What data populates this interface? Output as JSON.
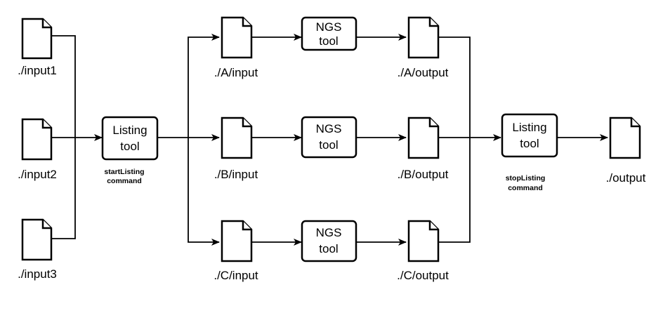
{
  "files": {
    "input1": "./input1",
    "input2": "./input2",
    "input3": "./input3",
    "a_input": "./A/input",
    "b_input": "./B/input",
    "c_input": "./C/input",
    "a_output": "./A/output",
    "b_output": "./B/output",
    "c_output": "./C/output",
    "output": "./output"
  },
  "tools": {
    "listing_line1": "Listing",
    "listing_line2": "tool",
    "ngs_line1": "NGS",
    "ngs_line2": "tool"
  },
  "commands": {
    "start_line1": "startListing",
    "start_line2": "command",
    "stop_line1": "stopListing",
    "stop_line2": "command"
  }
}
